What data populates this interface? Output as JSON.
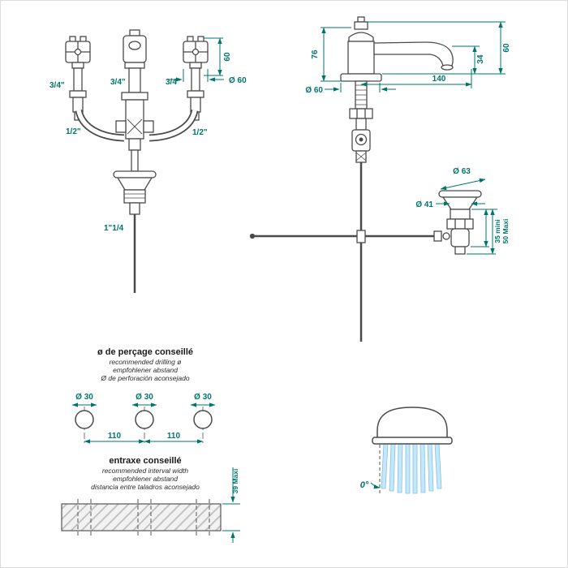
{
  "colors": {
    "dimension": "#00766a",
    "outline": "#4a4a4a",
    "water": "#c6e7fa"
  },
  "front_view": {
    "height": "60",
    "escutcheon_diameter": "Ø 60",
    "valve_left": "3/4\"",
    "valve_center": "3/4\"",
    "valve_right": "3/4\"",
    "connection_left": "1/2\"",
    "connection_right": "1/2\"",
    "drain": "1\"1/4"
  },
  "side_view": {
    "body_height": "76",
    "spout_reach": "140",
    "outlet_height": "34",
    "total_height": "60",
    "base_diameter": "Ø 60",
    "waste_flange_diameter": "Ø 63",
    "waste_hole_diameter": "Ø 41",
    "range_min": "35 mini",
    "range_max": "50 Maxi"
  },
  "drilling": {
    "title": "ø de perçage conseillé",
    "subtitle_en": "recommended drilling ø",
    "subtitle_de": "empfohlener abstand",
    "subtitle_es": "Ø de perforación aconsejado",
    "hole_labels": [
      "Ø 30",
      "Ø 30",
      "Ø 30"
    ],
    "spacings": [
      "110",
      "110"
    ]
  },
  "interval": {
    "title": "entraxe conseillé",
    "subtitle_en": "recommended interval width",
    "subtitle_de": "empfohlener abstand",
    "subtitle_es": "distancia entre taladros aconsejado",
    "max_thickness": "39 Maxi"
  },
  "spray": {
    "angle": "0°"
  }
}
